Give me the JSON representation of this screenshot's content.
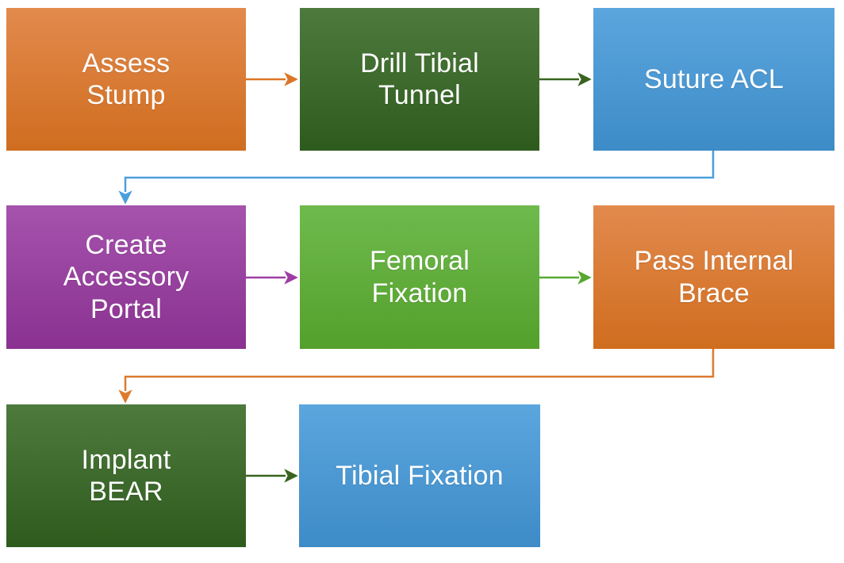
{
  "diagram": {
    "type": "flowchart",
    "background": "#ffffff",
    "nodes": [
      {
        "id": "assess-stump",
        "label": "Assess\nStump",
        "text_color": "#ffffff",
        "fill_top": "#e28a4d",
        "fill_bottom": "#d06d1f"
      },
      {
        "id": "drill-tibial-tunnel",
        "label": "Drill Tibial\nTunnel",
        "text_color": "#ffffff",
        "fill_top": "#4e7a3e",
        "fill_bottom": "#2e5b1d"
      },
      {
        "id": "suture-acl",
        "label": "Suture ACL",
        "text_color": "#ffffff",
        "fill_top": "#5ca6de",
        "fill_bottom": "#3d8bc7"
      },
      {
        "id": "create-accessory-portal",
        "label": "Create\nAccessory\nPortal",
        "text_color": "#ffffff",
        "fill_top": "#a553ad",
        "fill_bottom": "#8a3191"
      },
      {
        "id": "femoral-fixation",
        "label": "Femoral\nFixation",
        "text_color": "#ffffff",
        "fill_top": "#6fba4d",
        "fill_bottom": "#54a02c"
      },
      {
        "id": "pass-internal-brace",
        "label": "Pass Internal\nBrace",
        "text_color": "#ffffff",
        "fill_top": "#e28a4d",
        "fill_bottom": "#d06d1f"
      },
      {
        "id": "implant-bear",
        "label": "Implant\nBEAR",
        "text_color": "#ffffff",
        "fill_top": "#4e7a3e",
        "fill_bottom": "#2e5b1d"
      },
      {
        "id": "tibial-fixation",
        "label": "Tibial Fixation",
        "text_color": "#ffffff",
        "fill_top": "#5ca6de",
        "fill_bottom": "#3d8bc7"
      }
    ],
    "connectors": [
      {
        "from": "assess-stump",
        "to": "drill-tibial-tunnel",
        "shape": "straight",
        "color": "#dc7527"
      },
      {
        "from": "drill-tibial-tunnel",
        "to": "suture-acl",
        "shape": "straight",
        "color": "#38641f"
      },
      {
        "from": "suture-acl",
        "to": "create-accessory-portal",
        "shape": "elbow",
        "color": "#4b9fdb"
      },
      {
        "from": "create-accessory-portal",
        "to": "femoral-fixation",
        "shape": "straight",
        "color": "#9e3ca4"
      },
      {
        "from": "femoral-fixation",
        "to": "pass-internal-brace",
        "shape": "straight",
        "color": "#58a82f"
      },
      {
        "from": "pass-internal-brace",
        "to": "implant-bear",
        "shape": "elbow",
        "color": "#dd7a2e"
      },
      {
        "from": "implant-bear",
        "to": "tibial-fixation",
        "shape": "straight",
        "color": "#38641f"
      }
    ]
  }
}
